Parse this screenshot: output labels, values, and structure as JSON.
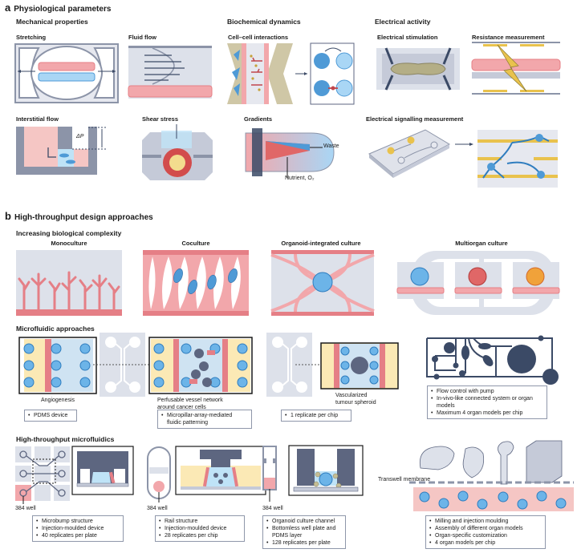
{
  "panel_a": {
    "letter": "a",
    "title": "Physiological parameters",
    "sections": {
      "mechanical": {
        "title": "Mechanical properties",
        "items": {
          "stretching": "Stretching",
          "fluid_flow": "Fluid flow",
          "interstitial_flow": "Interstitial flow",
          "shear_stress": "Shear stress"
        },
        "delta_p_label": "ΔP"
      },
      "biochemical": {
        "title": "Biochemical dynamics",
        "items": {
          "cell_cell": "Cell–cell interactions",
          "gradients": "Gradients"
        },
        "gradient_labels": {
          "waste": "Waste",
          "nutrient": "Nutrient, O₂"
        }
      },
      "electrical": {
        "title": "Electrical activity",
        "items": {
          "stimulation": "Electrical stimulation",
          "resistance": "Resistance measurement",
          "signalling": "Electrical signalling measurement"
        }
      }
    }
  },
  "panel_b": {
    "letter": "b",
    "title": "High-throughput design approaches",
    "complexity": {
      "title": "Increasing biological complexity",
      "items": [
        "Monoculture",
        "Coculture",
        "Organoid-integrated culture",
        "Multiorgan culture"
      ]
    },
    "microfluidic": {
      "title": "Microfluidic approaches",
      "captions": {
        "angiogenesis": "Angiogenesis",
        "perfusable_1": "Perfusable vessel network",
        "perfusable_2": "around cancer cells",
        "vascularized_1": "Vascularized",
        "vascularized_2": "tumour spheroid"
      },
      "boxes": {
        "pdms": [
          "PDMS device"
        ],
        "micropillar": [
          "Micropillar-array-mediated fluidic patterning"
        ],
        "replicate": [
          "1 replicate per chip"
        ],
        "pump": [
          "Flow control with pump",
          "In-vivo-like connected system or organ models",
          "Maximum 4 organ models per chip"
        ]
      }
    },
    "high_throughput": {
      "title": "High-throughput microfluidics",
      "well_label": "384 well",
      "transwell_label": "Transwell membrane",
      "boxes": {
        "microbump": [
          "Microbump structure",
          "Injection-moulded device",
          "40 replicates per plate"
        ],
        "rail": [
          "Rail structure",
          "Injection-moulded device",
          "28 replicates per chip"
        ],
        "organoid": [
          "Organoid culture channel",
          "Bottomless well plate and PDMS layer",
          "128 replicates per plate"
        ],
        "milling": [
          "Milling and injection moulding",
          "Assembly of different organ models",
          "Organ-specific customization",
          "4 organ models per chip"
        ]
      }
    }
  },
  "colors": {
    "cell_red": "#e57f86",
    "cell_red_fill": "#f2a7ab",
    "cell_blue": "#4f9ad6",
    "chip_grey": "#5d6680",
    "bg_grey": "#d5d9e4",
    "pale_yellow": "#fbe9b5",
    "gold": "#e9c24d",
    "navy": "#3b4a66"
  }
}
